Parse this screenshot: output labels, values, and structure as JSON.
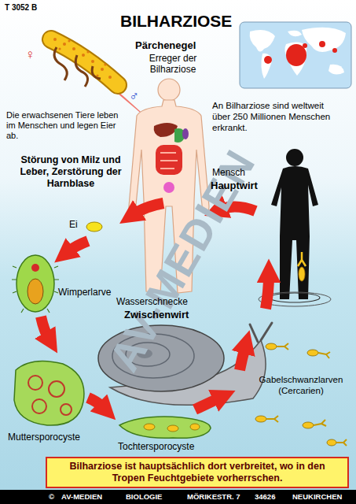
{
  "diagram": {
    "title": "BILHARZIOSE",
    "nodes": [
      {
        "text": [
          "Bilharziose ist hauptsächlich dort verbreitet, wo in den Tropen Feuchtgebiete vorherrschen."
        ]
      }
    ],
    "labels": [
      "T 3052 B",
      "Pärchenegel",
      "Erreger der Bilharziose",
      "♀",
      "♂",
      "Die erwachsenen Tiere leben im Menschen und legen Eier ab.",
      "Störung von Milz und Leber, Zerstörung der Harnblase",
      "An Bilharziose sind weltweit über 250 Millionen Menschen erkrankt.",
      "Mensch",
      "Hauptwirt",
      "Ei",
      "Wimperlarve",
      "Wasserschnecke",
      "Zwischenwirt",
      "Muttersporocyste",
      "Tochtersporocyste",
      "Gabelschwanzlarven (Cercarien)",
      "©",
      "AV-MEDIEN",
      "BIOLOGIE",
      "MÖRIKESTR. 7",
      "34626",
      "NEUKIRCHEN",
      "AV-MEDIEN"
    ]
  }
}
